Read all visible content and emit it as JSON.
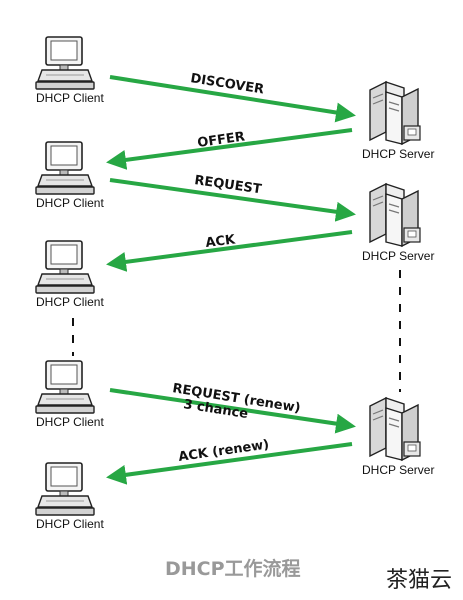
{
  "colors": {
    "arrow": "#27a744",
    "dash": "#111111",
    "caption": "#999999"
  },
  "clients": [
    {
      "label": "DHCP Client",
      "icon": "desktop-computer-icon"
    },
    {
      "label": "DHCP Client",
      "icon": "desktop-computer-icon"
    },
    {
      "label": "DHCP Client",
      "icon": "desktop-computer-icon"
    },
    {
      "label": "DHCP Client",
      "icon": "desktop-computer-icon"
    },
    {
      "label": "DHCP Client",
      "icon": "desktop-computer-icon"
    }
  ],
  "servers": [
    {
      "label": "DHCP Server",
      "icon": "server-tower-icon"
    },
    {
      "label": "DHCP Server",
      "icon": "server-tower-icon"
    },
    {
      "label": "DHCP Server",
      "icon": "server-tower-icon"
    }
  ],
  "messages": [
    {
      "label": "DISCOVER",
      "direction": "client-to-server"
    },
    {
      "label": "OFFER",
      "direction": "server-to-client"
    },
    {
      "label": "REQUEST",
      "direction": "client-to-server"
    },
    {
      "label": "ACK",
      "direction": "server-to-client"
    },
    {
      "label": "REQUEST (renew)",
      "sublabel": "3 chance",
      "direction": "client-to-server"
    },
    {
      "label": "ACK (renew)",
      "direction": "server-to-client"
    }
  ],
  "caption": "DHCP工作流程",
  "watermark": "茶猫云"
}
